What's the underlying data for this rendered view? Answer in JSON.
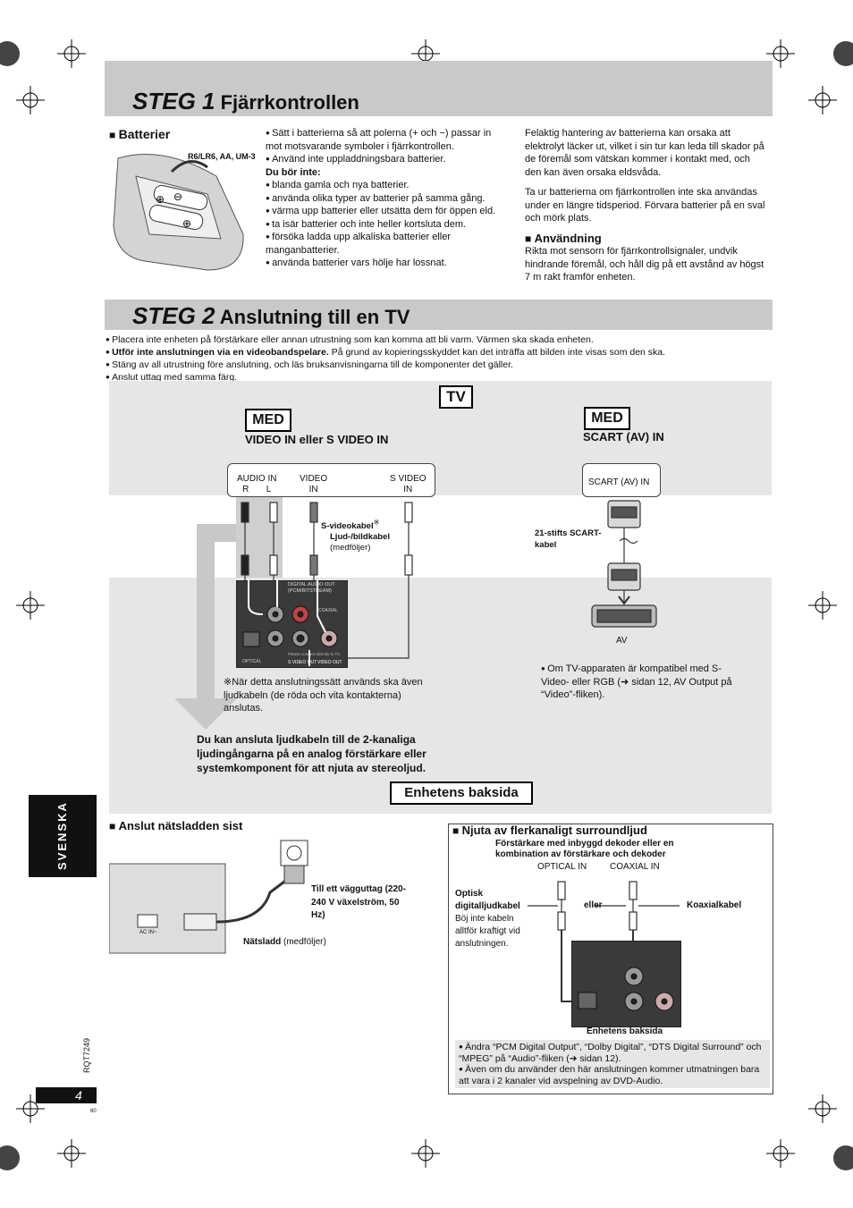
{
  "step1": {
    "step": "STEG 1",
    "title": "Fjärrkontrollen",
    "batteries_heading": "Batterier",
    "battery_type": "R6/LR6, AA, UM-3",
    "instructions": [
      "Sätt i batterierna så att polerna (+ och −) passar in mot motsvarande symboler i fjärrkontrollen.",
      "Använd inte uppladdningsbara batterier."
    ],
    "do_not_heading": "Du bör inte:",
    "do_not": [
      "blanda gamla och nya batterier.",
      "använda olika typer av batterier på samma gång.",
      "värma upp batterier eller utsätta dem för öppen eld.",
      "ta isär batterier och inte heller kortsluta dem.",
      "försöka ladda upp alkaliska batterier eller manganbatterier.",
      "använda batterier vars hölje har lossnat."
    ],
    "warning_1": "Felaktig hantering av batterierna kan orsaka att elektrolyt läcker ut, vilket i sin tur kan leda till skador på de föremål som vätskan kommer i kontakt med, och den kan även orsaka eldsvåda.",
    "warning_2": "Ta ur batterierna om fjärrkontrollen inte ska användas under en längre tidsperiod. Förvara batterier på en sval och mörk plats.",
    "usage_heading": "Användning",
    "usage_text": "Rikta mot sensorn för fjärrkontrollsignaler, undvik hindrande föremål, och håll dig på ett avstånd av högst 7 m rakt framför enheten."
  },
  "step2": {
    "step": "STEG 2",
    "title": "Anslutning till en TV",
    "bullets": [
      "Placera inte enheten på förstärkare eller annan utrustning som kan komma att bli varm. Värmen ska skada enheten.",
      "Stäng av all utrustning före anslutning, och läs bruksanvisningarna till de komponenter det gäller.",
      "Anslut uttag med samma färg."
    ],
    "bullet_bold_part": "Utför inte anslutningen via en videobandspelare.",
    "bullet_rest_part": " På grund av kopieringsskyddet kan det inträffa att bilden inte visas som den ska.",
    "tv_label": "TV",
    "med_label": "MED",
    "left_input_label": "VIDEO IN eller S VIDEO IN",
    "right_input_label": "SCART (AV) IN",
    "jack_audio": "AUDIO IN",
    "jack_r": "R",
    "jack_l": "L",
    "jack_video": "VIDEO",
    "jack_video_in": "IN",
    "jack_svideo": "S VIDEO",
    "jack_svideo_in": "IN",
    "scart_jack": "SCART (AV) IN",
    "svideo_cable": "S-videokabel",
    "svideo_mark": "※",
    "av_cable": "Ljud-/bildkabel",
    "av_cable_note": "(medföljer)",
    "scart_cable": "21-stifts SCART-kabel",
    "av_label": "AV",
    "footnote": "※När detta anslutningssätt används ska även ljudkabeln (de röda och vita kontakterna) anslutas.",
    "scart_note": "Om TV-apparaten är kompatibel med S-Video- eller RGB (➜ sidan 12, AV Output på “Video”-fliken).",
    "stereo_note": "Du kan ansluta ljudkabeln till de 2-kanaliga ljudingångarna på en analog förstärkare eller systemkomponent för att njuta av stereoljud.",
    "unit_back": "Enhetens baksida",
    "panel_digital": "DIGITAL AUDIO OUT",
    "panel_pcm": "(PCM/BITSTREAM)",
    "panel_coaxial": "COAXIAL",
    "panel_optical": "OPTICAL",
    "panel_svideo_out": "S VIDEO OUT",
    "panel_video_out": "VIDEO OUT",
    "panel_connect": "Please connect directly to TV"
  },
  "side_tab": "SVENSKA",
  "power": {
    "heading": "Anslut nätsladden sist",
    "outlet_label": "Till ett vägguttag (220-240 V växelström, 50 Hz)",
    "cord_label": "Nätsladd",
    "cord_note": "(medföljer)",
    "ac_in": "AC IN~"
  },
  "surround": {
    "heading": "Njuta av flerkanaligt surroundljud",
    "subheading": "Förstärkare med inbyggd dekoder eller en kombination av förstärkare och dekoder",
    "optical_in": "OPTICAL IN",
    "coaxial_in": "COAXIAL IN",
    "optical_cable": "Optisk digitalljudkabel",
    "optical_note": "Böj inte kabeln alltför kraftigt vid anslutningen.",
    "or": "eller",
    "coax_cable": "Koaxialkabel",
    "unit_back": "Enhetens baksida",
    "notes": [
      "Ändra “PCM Digital Output”, “Dolby Digital”, “DTS Digital Surround” och “MPEG” på “Audio”-fliken (➜ sidan 12).",
      "Även om du använder den här anslutningen kommer utmatningen bara att vara i 2 kanaler vid avspelning av DVD-Audio."
    ]
  },
  "footer": {
    "model_code": "RQT7249",
    "page_number": "4",
    "small_number": "60"
  }
}
